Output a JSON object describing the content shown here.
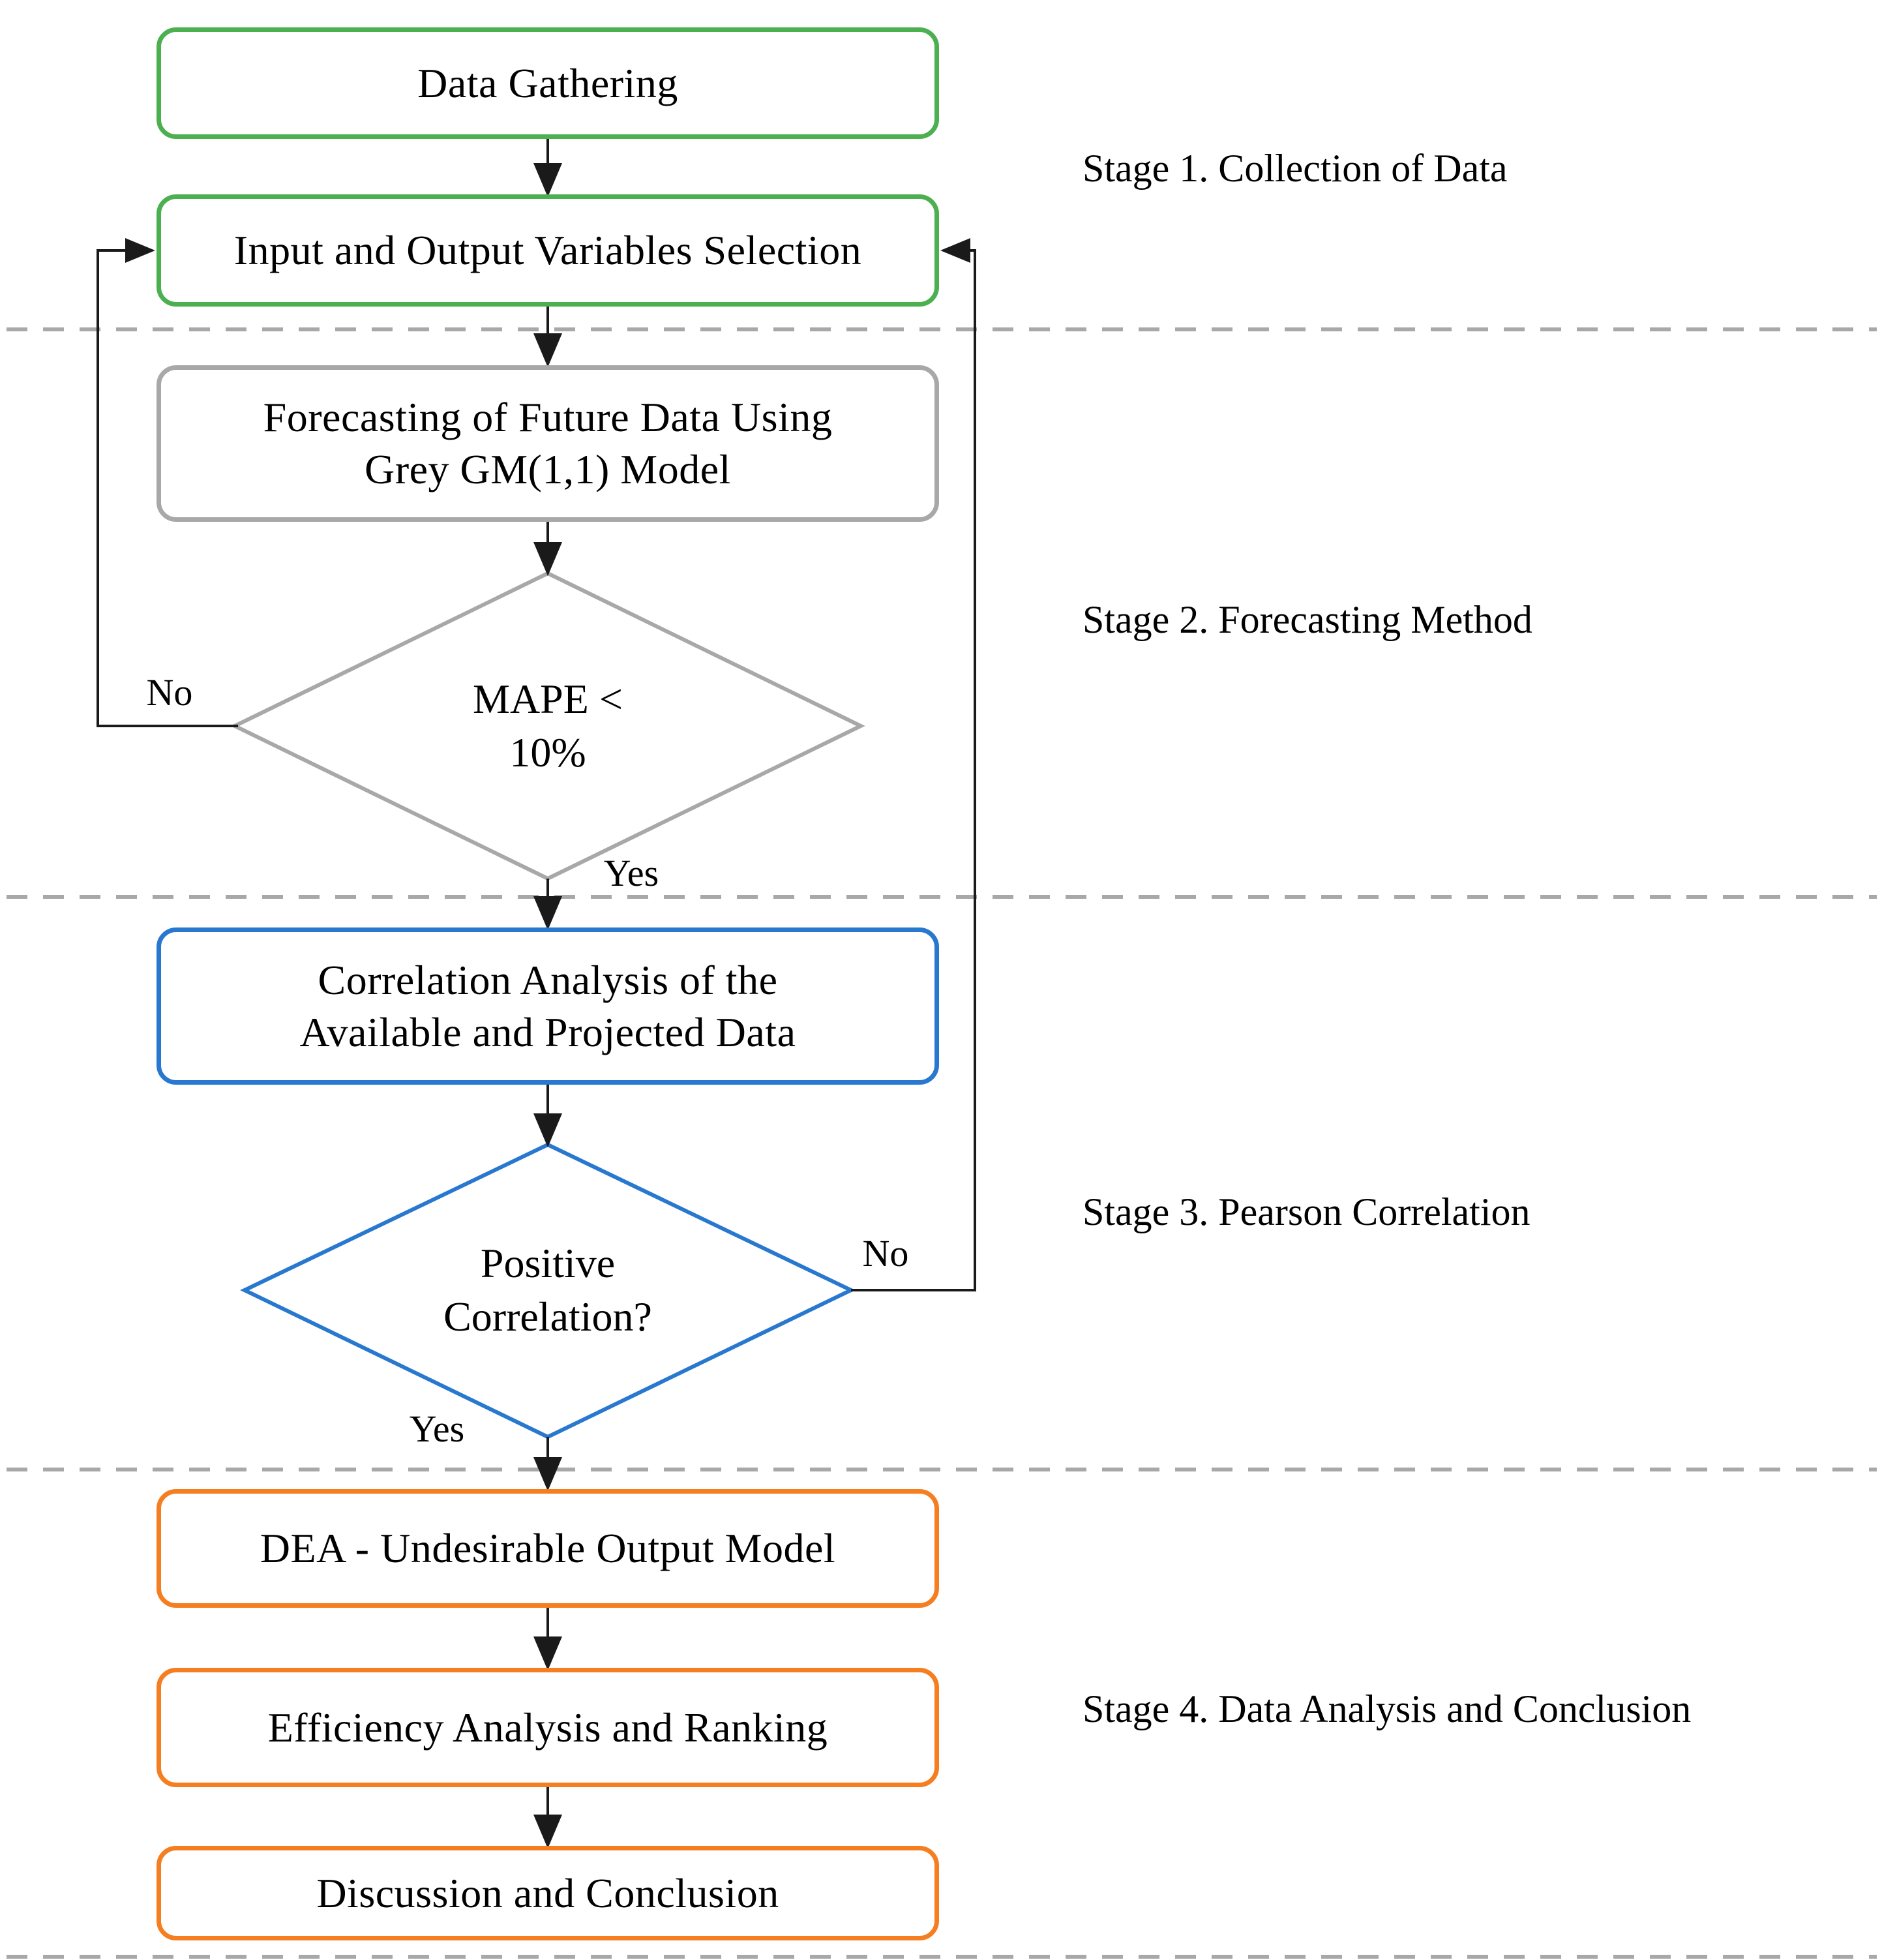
{
  "flowchart": {
    "nodes": {
      "data_gathering": {
        "label": "Data Gathering"
      },
      "io_selection": {
        "label": "Input and Output Variables Selection"
      },
      "forecasting": {
        "line1": "Forecasting of Future Data Using",
        "line2": "Grey GM(1,1) Model"
      },
      "mape_decision": {
        "line1": "MAPE <",
        "line2": "10%"
      },
      "correlation_analysis": {
        "line1": "Correlation Analysis of the",
        "line2": "Available and Projected Data"
      },
      "positive_correlation_decision": {
        "line1": "Positive",
        "line2": "Correlation?"
      },
      "dea_model": {
        "label": "DEA - Undesirable Output Model"
      },
      "efficiency_analysis": {
        "label": "Efficiency Analysis and Ranking"
      },
      "discussion_conclusion": {
        "label": "Discussion and Conclusion"
      }
    },
    "edge_labels": {
      "mape_no": "No",
      "mape_yes": "Yes",
      "correlation_no": "No",
      "correlation_yes": "Yes"
    },
    "stages": [
      {
        "label": "Stage 1. Collection of Data"
      },
      {
        "label": "Stage 2. Forecasting Method"
      },
      {
        "label": "Stage 3. Pearson Correlation"
      },
      {
        "label": "Stage 4. Data Analysis and Conclusion"
      }
    ],
    "colors": {
      "stage1_node_border": "#4caf50",
      "stage2_node_border": "#a8a8a8",
      "stage3_node_border": "#2878cf",
      "stage4_node_border": "#f57e20",
      "connector": "#1a1a1a",
      "stage_divider": "#a8a8a8",
      "text": "#000000"
    }
  }
}
